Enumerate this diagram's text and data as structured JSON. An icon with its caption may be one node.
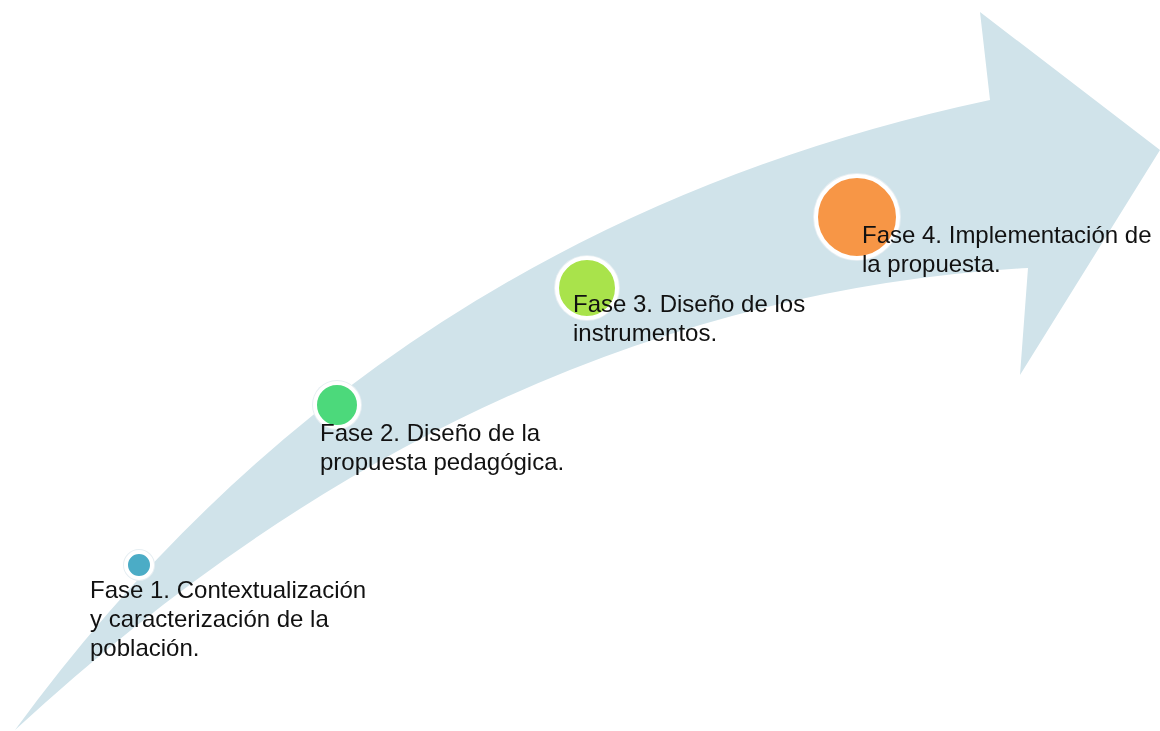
{
  "diagram": {
    "nodes": [
      {
        "text": [],
        "shape": "circle",
        "beside": [
          "Fase 1. Contextualización y caracterización de la población."
        ]
      },
      {
        "text": [],
        "shape": "circle",
        "beside": [
          "Fase 2. Diseño de la propuesta pedagógica."
        ]
      },
      {
        "text": [],
        "shape": "circle",
        "beside": [
          "Fase 3. Diseño de los instrumentos."
        ]
      },
      {
        "text": [],
        "shape": "circle",
        "beside": [
          "Fase 4. Implementación de la propuesta."
        ]
      }
    ],
    "edges": []
  }
}
